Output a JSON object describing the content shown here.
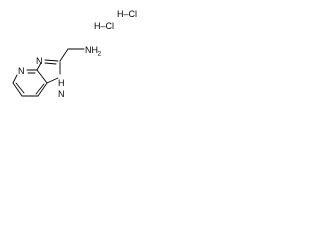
{
  "molecule": {
    "atoms": {
      "amine": "NH",
      "amine_subscript": "2",
      "imidazole_n": "N",
      "imidazole_nh_h": "H",
      "imidazole_nh_n": "N",
      "pyridine_n": "N"
    },
    "salts": [
      {
        "label": "H–Cl"
      },
      {
        "label": "H–Cl"
      }
    ]
  }
}
